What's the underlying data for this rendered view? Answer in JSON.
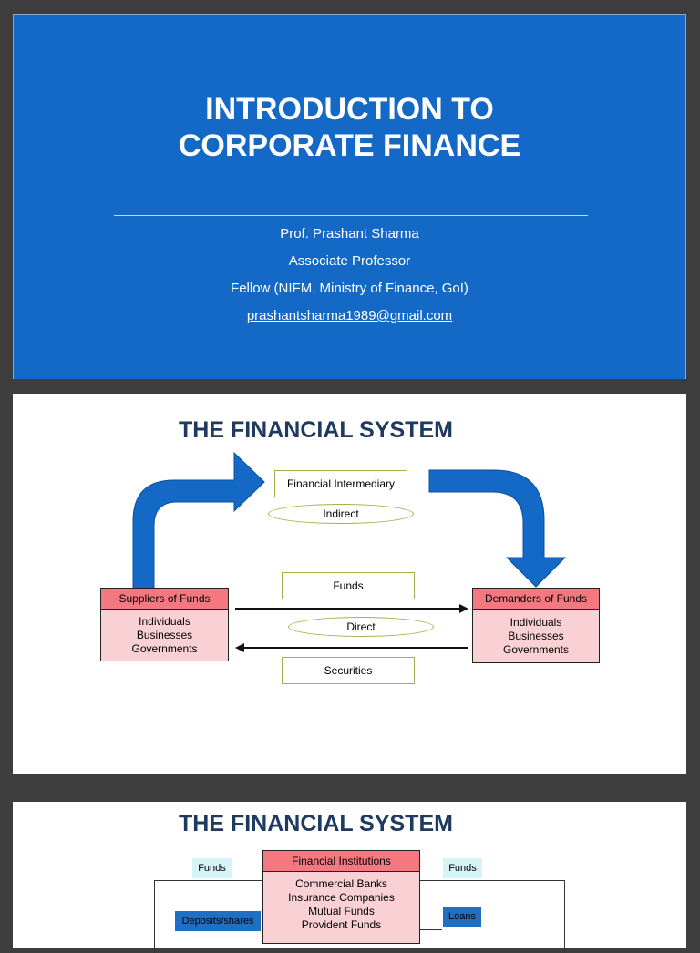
{
  "slide1": {
    "title_line1": "INTRODUCTION TO",
    "title_line2": "CORPORATE FINANCE",
    "author": "Prof. Prashant Sharma",
    "position": "Associate Professor",
    "fellow": "Fellow (NIFM, Ministry of Finance, GoI)",
    "email": "prashantsharma1989@gmail.com"
  },
  "slide2": {
    "title": "THE FINANCIAL SYSTEM",
    "intermediary": "Financial Intermediary",
    "indirect": "Indirect",
    "funds": "Funds",
    "direct": "Direct",
    "securities": "Securities",
    "suppliers_head": "Suppliers of Funds",
    "suppliers_items": [
      "Individuals",
      "Businesses",
      "Governments"
    ],
    "demanders_head": "Demanders of Funds",
    "demanders_items": [
      "Individuals",
      "Businesses",
      "Governments"
    ],
    "colors": {
      "arrow": "#1469c7",
      "red": "#f5777f",
      "pink": "#f9d0d4"
    }
  },
  "slide3": {
    "title": "THE FINANCIAL SYSTEM",
    "fi_head": "Financial Institutions",
    "fi_items": [
      "Commercial Banks",
      "Insurance Companies",
      "Mutual Funds",
      "Provident Funds"
    ],
    "funds_left": "Funds",
    "funds_right": "Funds",
    "deposits": "Deposits/shares",
    "loans": "Loans"
  }
}
